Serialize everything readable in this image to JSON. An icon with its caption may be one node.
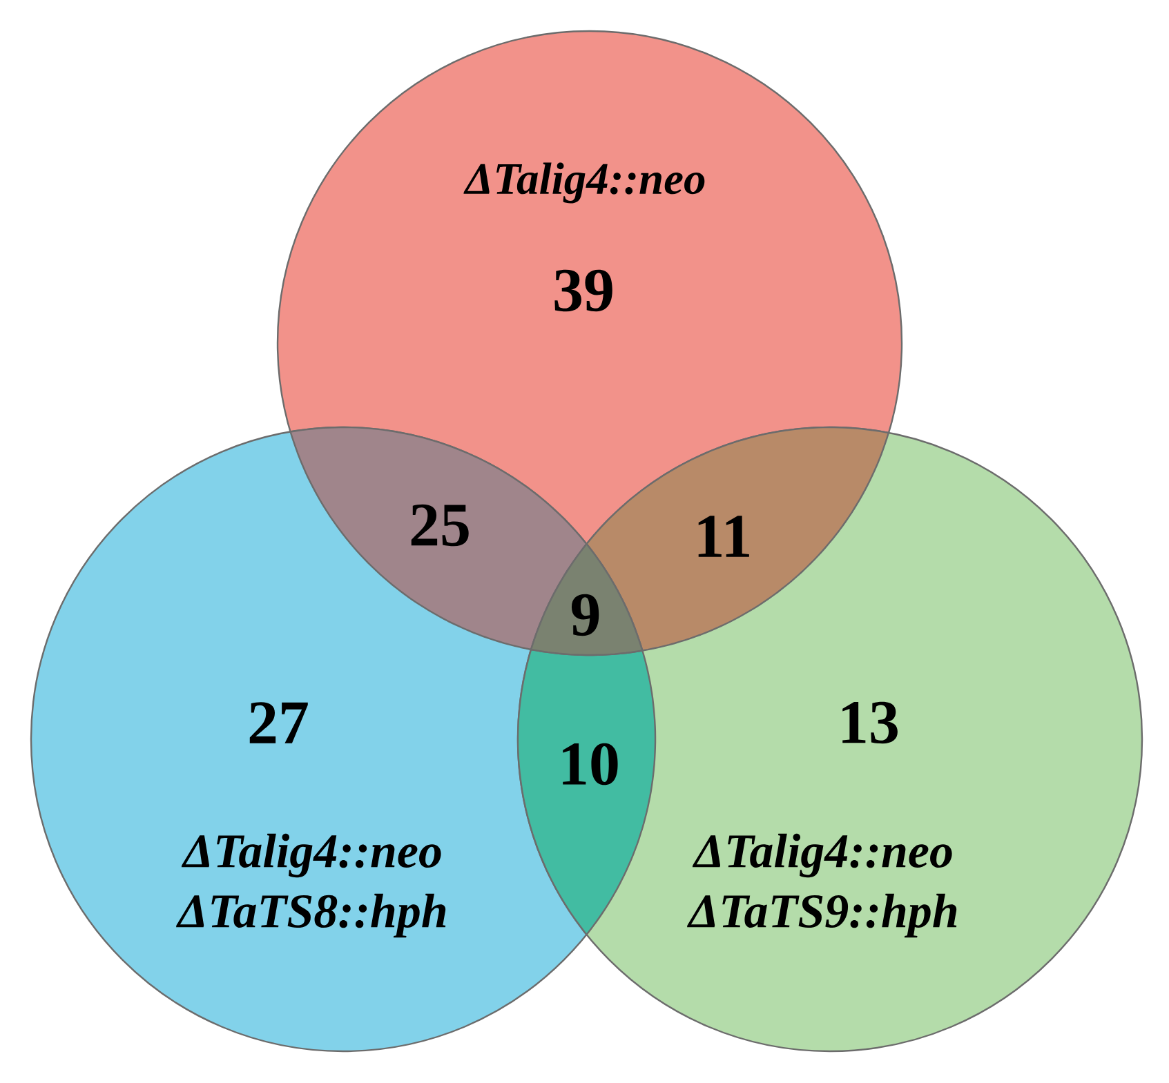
{
  "diagram": {
    "nodes": [
      {
        "text": [
          "ΔTalig4::neo",
          "39"
        ]
      },
      {
        "text": [
          "27",
          "ΔTalig4::neo ΔTaTS8::hph"
        ]
      },
      {
        "text": [
          "13",
          "ΔTalig4::neo ΔTaTS9::hph"
        ]
      }
    ],
    "labels": [
      "25",
      "11",
      "9",
      "10"
    ]
  }
}
